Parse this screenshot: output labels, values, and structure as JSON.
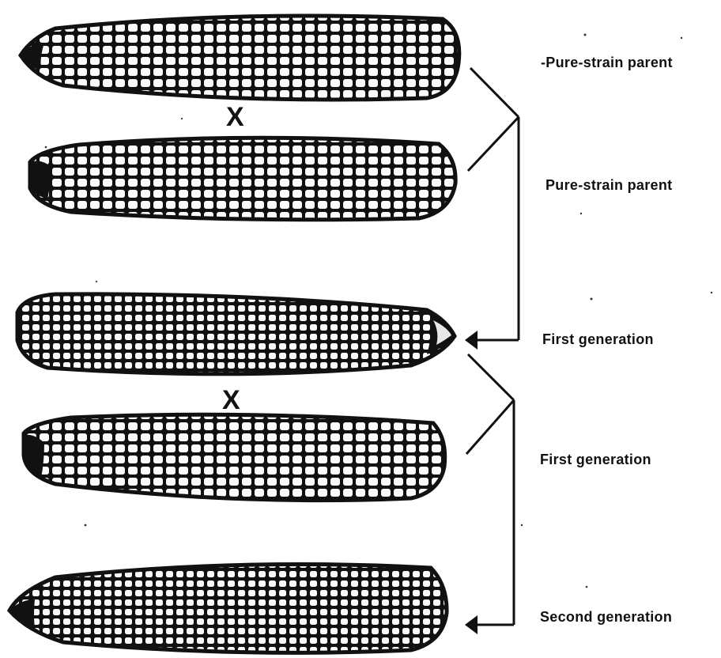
{
  "diagram": {
    "ears": [
      {
        "name": "ear-pure-parent-1",
        "label": "-Pure-strain parent",
        "tip": "left"
      },
      {
        "name": "ear-pure-parent-2",
        "label": "Pure-strain parent",
        "tip": "left"
      },
      {
        "name": "ear-first-generation-1",
        "label": "First generation",
        "tip": "right"
      },
      {
        "name": "ear-first-generation-2",
        "label": "First generation",
        "tip": "left"
      },
      {
        "name": "ear-second-generation",
        "label": "Second generation",
        "tip": "left"
      }
    ],
    "cross_symbol": "X"
  }
}
